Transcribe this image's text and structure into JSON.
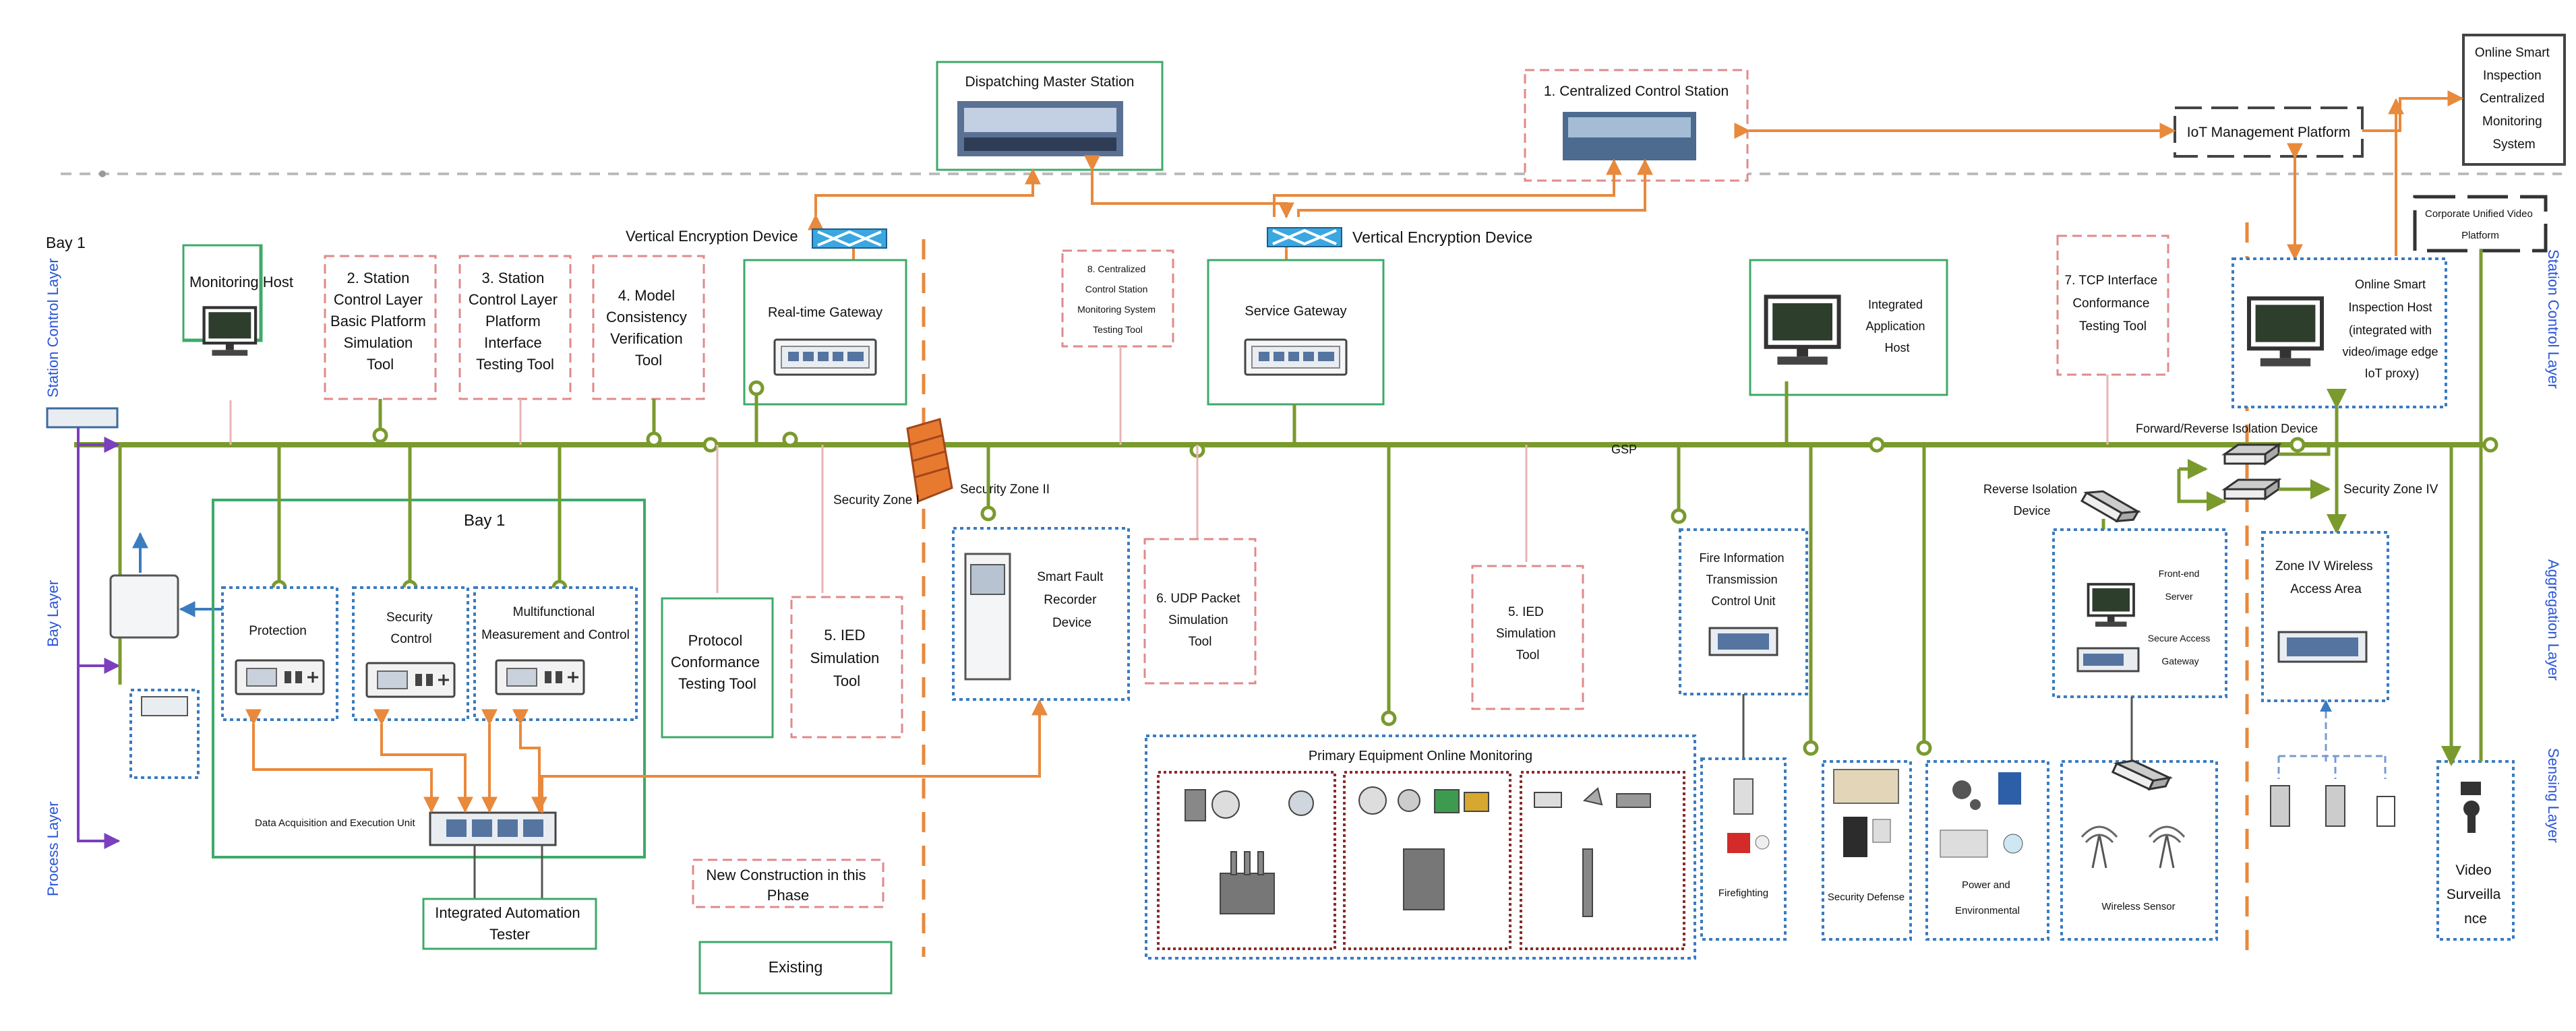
{
  "bay_label": "Bay 1",
  "bay_box_title": "Bay 1",
  "layers": {
    "station_control_left": "Station Control Layer",
    "bay": "Bay Layer",
    "process": "Process Layer",
    "station_control_right": "Station Control Layer",
    "aggregation": "Aggregation Layer",
    "sensing": "Sensing Layer"
  },
  "top": {
    "dispatching": "Dispatching Master Station",
    "centralized_control": "1. Centralized Control Station",
    "iot_platform": "IoT Management Platform",
    "online_smart_system": [
      "Online Smart",
      "Inspection",
      "Centralized",
      "Monitoring",
      "System"
    ],
    "corporate_video": [
      "Corporate Unified Video",
      "Platform"
    ],
    "vertical_enc_1": "Vertical Encryption Device",
    "vertical_enc_2": "Vertical Encryption Device"
  },
  "station": {
    "monitoring_host": "Monitoring Host",
    "tool2": [
      "2. Station",
      "Control Layer",
      "Basic Platform",
      "Simulation",
      "Tool"
    ],
    "tool3": [
      "3. Station",
      "Control Layer",
      "Platform",
      "Interface",
      "Testing Tool"
    ],
    "tool4": [
      "4. Model",
      "Consistency",
      "Verification",
      "Tool"
    ],
    "realtime_gateway": "Real-time Gateway",
    "tool8": [
      "8. Centralized",
      "Control Station",
      "Monitoring System",
      "Testing Tool"
    ],
    "service_gateway": "Service Gateway",
    "integrated_app_host": [
      "Integrated",
      "Application",
      "Host"
    ],
    "tool7": [
      "7. TCP Interface",
      "Conformance",
      "Testing Tool"
    ],
    "online_inspection_host": [
      "Online Smart",
      "Inspection Host",
      "(integrated with",
      "video/image edge",
      "IoT proxy)"
    ],
    "forward_reverse": "Forward/Reverse Isolation Device",
    "gsp": "GSP"
  },
  "zones": {
    "zone1": "Security Zone I",
    "zone2": "Security Zone II",
    "zone4": "Security Zone IV"
  },
  "bay_area": {
    "protection": "Protection",
    "security_control": [
      "Security",
      "Control"
    ],
    "multifunctional": [
      "Multifunctional",
      "Measurement and Control"
    ],
    "daq_unit": "Data Acquisition and Execution Unit",
    "integrated_tester": [
      "Integrated Automation",
      "Tester"
    ],
    "protocol_tool": [
      "Protocol",
      "Conformance",
      "Testing Tool"
    ],
    "ied_tool_a": [
      "5. IED",
      "Simulation",
      "Tool"
    ],
    "smart_fault": [
      "Smart Fault",
      "Recorder",
      "Device"
    ],
    "udp_tool": [
      "6. UDP Packet",
      "Simulation",
      "Tool"
    ],
    "ied_tool_b": [
      "5. IED",
      "Simulation",
      "Tool"
    ],
    "fire_unit": [
      "Fire Information",
      "Transmission",
      "Control Unit"
    ],
    "reverse_isolation": [
      "Reverse Isolation",
      "Device"
    ],
    "frontend_server": [
      "Front-end",
      "Server"
    ],
    "secure_gateway": [
      "Secure Access",
      "Gateway"
    ],
    "zone4_wireless": [
      "Zone IV Wireless",
      "Access Area"
    ]
  },
  "sensing": {
    "primary_monitoring": "Primary Equipment Online Monitoring",
    "firefighting": "Firefighting",
    "security_defense": "Security Defense",
    "power_env": [
      "Power and",
      "Environmental"
    ],
    "wireless_sensor": "Wireless Sensor",
    "video": [
      "Video",
      "Surveilla",
      "nce"
    ]
  },
  "legend": {
    "new_construction": [
      "New Construction in this",
      "Phase"
    ],
    "existing": "Existing"
  },
  "colors": {
    "bus_green": "#7a9a2e",
    "box_green": "#3daa6a",
    "new_red": "#e08a8a",
    "arrow_orange": "#e8893c",
    "dotted_blue": "#3a7cc0",
    "dotted_darkred": "#8b2a2a",
    "layer_blue": "#2a55d6",
    "purple": "#7b3fbf",
    "firewall": "#e87a30"
  }
}
